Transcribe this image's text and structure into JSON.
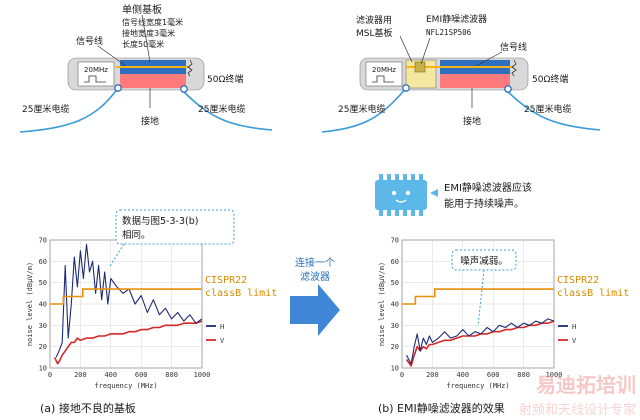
{
  "left_setup": {
    "board_title": "单侧基板",
    "board_spec_1": "信号线宽度1毫米",
    "board_spec_2": "接地宽度3毫米",
    "board_spec_3": "长度50毫米",
    "signal_line": "信号线",
    "generator": "20MHz",
    "termination": "50Ω终端",
    "cable_left": "25厘米电缆",
    "cable_right": "25厘米电缆",
    "ground": "接地"
  },
  "right_setup": {
    "filter_board_1": "滤波器用",
    "filter_board_2": "MSL基板",
    "filter_title": "EMI静噪滤波器",
    "filter_part": "NFL21SP506",
    "signal_line": "信号线",
    "generator": "20MHz",
    "termination": "50Ω终端",
    "cable_left": "25厘米电缆",
    "cable_right": "25厘米电缆",
    "ground": "接地"
  },
  "callouts": {
    "left_note_1": "数据与图5-3-3(b)",
    "left_note_2": "相同。",
    "chip_note_1": "EMI静噪滤波器应该",
    "chip_note_2": "能用于持续噪声。",
    "right_note": "噪声减弱。"
  },
  "arrow": {
    "line1": "连接一个",
    "line2": "滤波器"
  },
  "limit_label_1": "CISPR22",
  "limit_label_2": "classB limit",
  "captions": {
    "left": "(a) 接地不良的基板",
    "right": "(b) EMI静噪滤波器的效果"
  },
  "watermark": {
    "line1": "易迪拓培训",
    "line2": "射频和天线设计专家"
  },
  "colors": {
    "H": "#1f2a78",
    "V": "#d62828",
    "limit": "#e8900a",
    "board": "#2f6fc0",
    "ground": "#ff7a7a",
    "callout": "#3a9bd8"
  },
  "chart_data": [
    {
      "type": "line",
      "xlabel": "frequency (MHz)",
      "ylabel": "noise level (dBμV/m)",
      "xlim": [
        0,
        1000
      ],
      "ylim": [
        10,
        70
      ],
      "x_ticks": [
        0,
        200,
        400,
        600,
        800,
        1000
      ],
      "y_ticks": [
        10,
        20,
        30,
        40,
        50,
        60,
        70
      ],
      "grid": true,
      "legend": "right",
      "limit": {
        "x": [
          0,
          88,
          88,
          216,
          216,
          1000
        ],
        "y": [
          40,
          40,
          43.5,
          43.5,
          47,
          47
        ]
      },
      "series": [
        {
          "name": "H",
          "color": "#1f2a78",
          "x": [
            40,
            60,
            80,
            100,
            120,
            140,
            160,
            180,
            200,
            220,
            240,
            260,
            280,
            300,
            320,
            340,
            360,
            380,
            400,
            440,
            480,
            520,
            560,
            600,
            640,
            680,
            720,
            760,
            800,
            840,
            880,
            920,
            960,
            1000
          ],
          "y": [
            15,
            18,
            22,
            58,
            24,
            40,
            62,
            48,
            65,
            52,
            68,
            55,
            60,
            45,
            58,
            42,
            55,
            40,
            52,
            48,
            45,
            47,
            40,
            44,
            36,
            42,
            35,
            38,
            33,
            36,
            32,
            35,
            31,
            33
          ]
        },
        {
          "name": "V",
          "color": "#d62828",
          "x": [
            30,
            50,
            60,
            80,
            100,
            120,
            140,
            160,
            180,
            200,
            240,
            280,
            320,
            360,
            400,
            440,
            480,
            520,
            560,
            600,
            640,
            680,
            720,
            760,
            800,
            840,
            880,
            920,
            960,
            1000
          ],
          "y": [
            15,
            12,
            13,
            16,
            18,
            20,
            22,
            22,
            24,
            23,
            24,
            24,
            25,
            25,
            26,
            26,
            26,
            27,
            27,
            28,
            28,
            29,
            29,
            30,
            30,
            30,
            31,
            31,
            31,
            32
          ]
        }
      ]
    },
    {
      "type": "line",
      "xlabel": "frequency (MHz)",
      "ylabel": "noise level (dBμV/m)",
      "xlim": [
        0,
        1000
      ],
      "ylim": [
        10,
        70
      ],
      "x_ticks": [
        0,
        200,
        400,
        600,
        800,
        1000
      ],
      "y_ticks": [
        10,
        20,
        30,
        40,
        50,
        60,
        70
      ],
      "grid": true,
      "legend": "right",
      "limit": {
        "x": [
          0,
          88,
          88,
          216,
          216,
          1000
        ],
        "y": [
          40,
          40,
          43.5,
          43.5,
          47,
          47
        ]
      },
      "series": [
        {
          "name": "H",
          "color": "#1f2a78",
          "x": [
            30,
            60,
            80,
            100,
            120,
            140,
            160,
            180,
            200,
            240,
            280,
            320,
            360,
            400,
            440,
            480,
            520,
            560,
            600,
            640,
            680,
            720,
            760,
            800,
            840,
            880,
            920,
            960,
            1000
          ],
          "y": [
            16,
            12,
            20,
            26,
            18,
            24,
            21,
            25,
            22,
            24,
            27,
            24,
            25,
            28,
            25,
            27,
            26,
            29,
            27,
            30,
            29,
            31,
            29,
            31,
            30,
            32,
            31,
            33,
            32
          ]
        },
        {
          "name": "V",
          "color": "#d62828",
          "x": [
            30,
            60,
            80,
            100,
            120,
            140,
            160,
            180,
            200,
            240,
            280,
            320,
            360,
            400,
            440,
            480,
            520,
            560,
            600,
            640,
            680,
            720,
            760,
            800,
            840,
            880,
            920,
            960,
            1000
          ],
          "y": [
            14,
            11,
            16,
            20,
            18,
            20,
            19,
            21,
            21,
            22,
            23,
            23,
            24,
            25,
            25,
            25,
            26,
            26,
            27,
            27,
            28,
            28,
            29,
            29,
            30,
            30,
            31,
            31,
            32
          ]
        }
      ]
    }
  ]
}
